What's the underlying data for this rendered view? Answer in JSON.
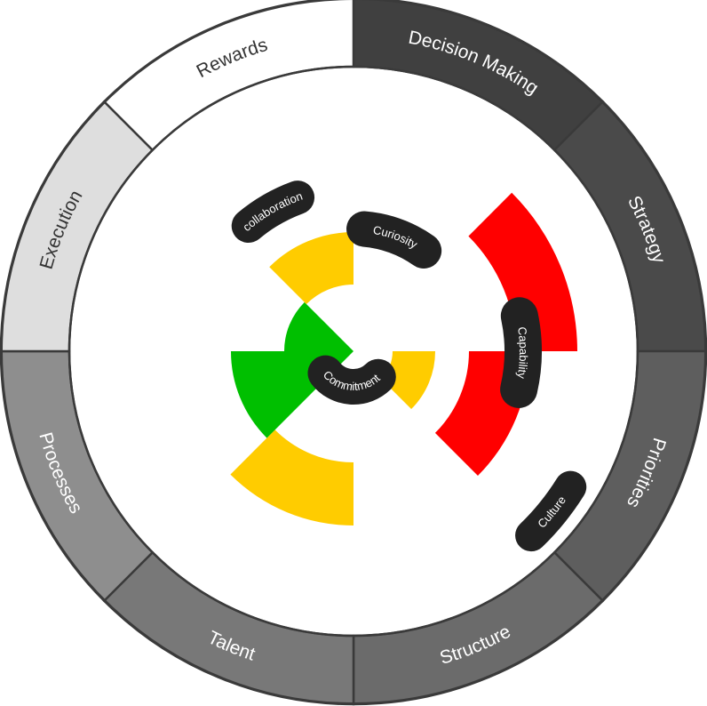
{
  "outer_ring": [
    {
      "label": "Decision Making",
      "fill": "#404040",
      "text_color": "#ffffff"
    },
    {
      "label": "Strategy",
      "fill": "#4a4a4a",
      "text_color": "#ffffff"
    },
    {
      "label": "Priorities",
      "fill": "#5e5e5e",
      "text_color": "#ffffff"
    },
    {
      "label": "Structure",
      "fill": "#6b6b6b",
      "text_color": "#ffffff"
    },
    {
      "label": "Talent",
      "fill": "#787878",
      "text_color": "#ffffff"
    },
    {
      "label": "Processes",
      "fill": "#8e8e8e",
      "text_color": "#ffffff"
    },
    {
      "label": "Execution",
      "fill": "#dedede",
      "text_color": "#333333"
    },
    {
      "label": "Rewards",
      "fill": "#ffffff",
      "text_color": "#333333"
    }
  ],
  "tags": [
    {
      "label": "collaboration"
    },
    {
      "label": "Curiosity"
    },
    {
      "label": "Capability"
    },
    {
      "label": "Commitment"
    },
    {
      "label": "Culture"
    }
  ],
  "colors": {
    "red": "#ff0000",
    "yellow": "#ffcc00",
    "green": "#00bf00",
    "tag_fill": "#222222",
    "separator": "#3a3a3a"
  }
}
